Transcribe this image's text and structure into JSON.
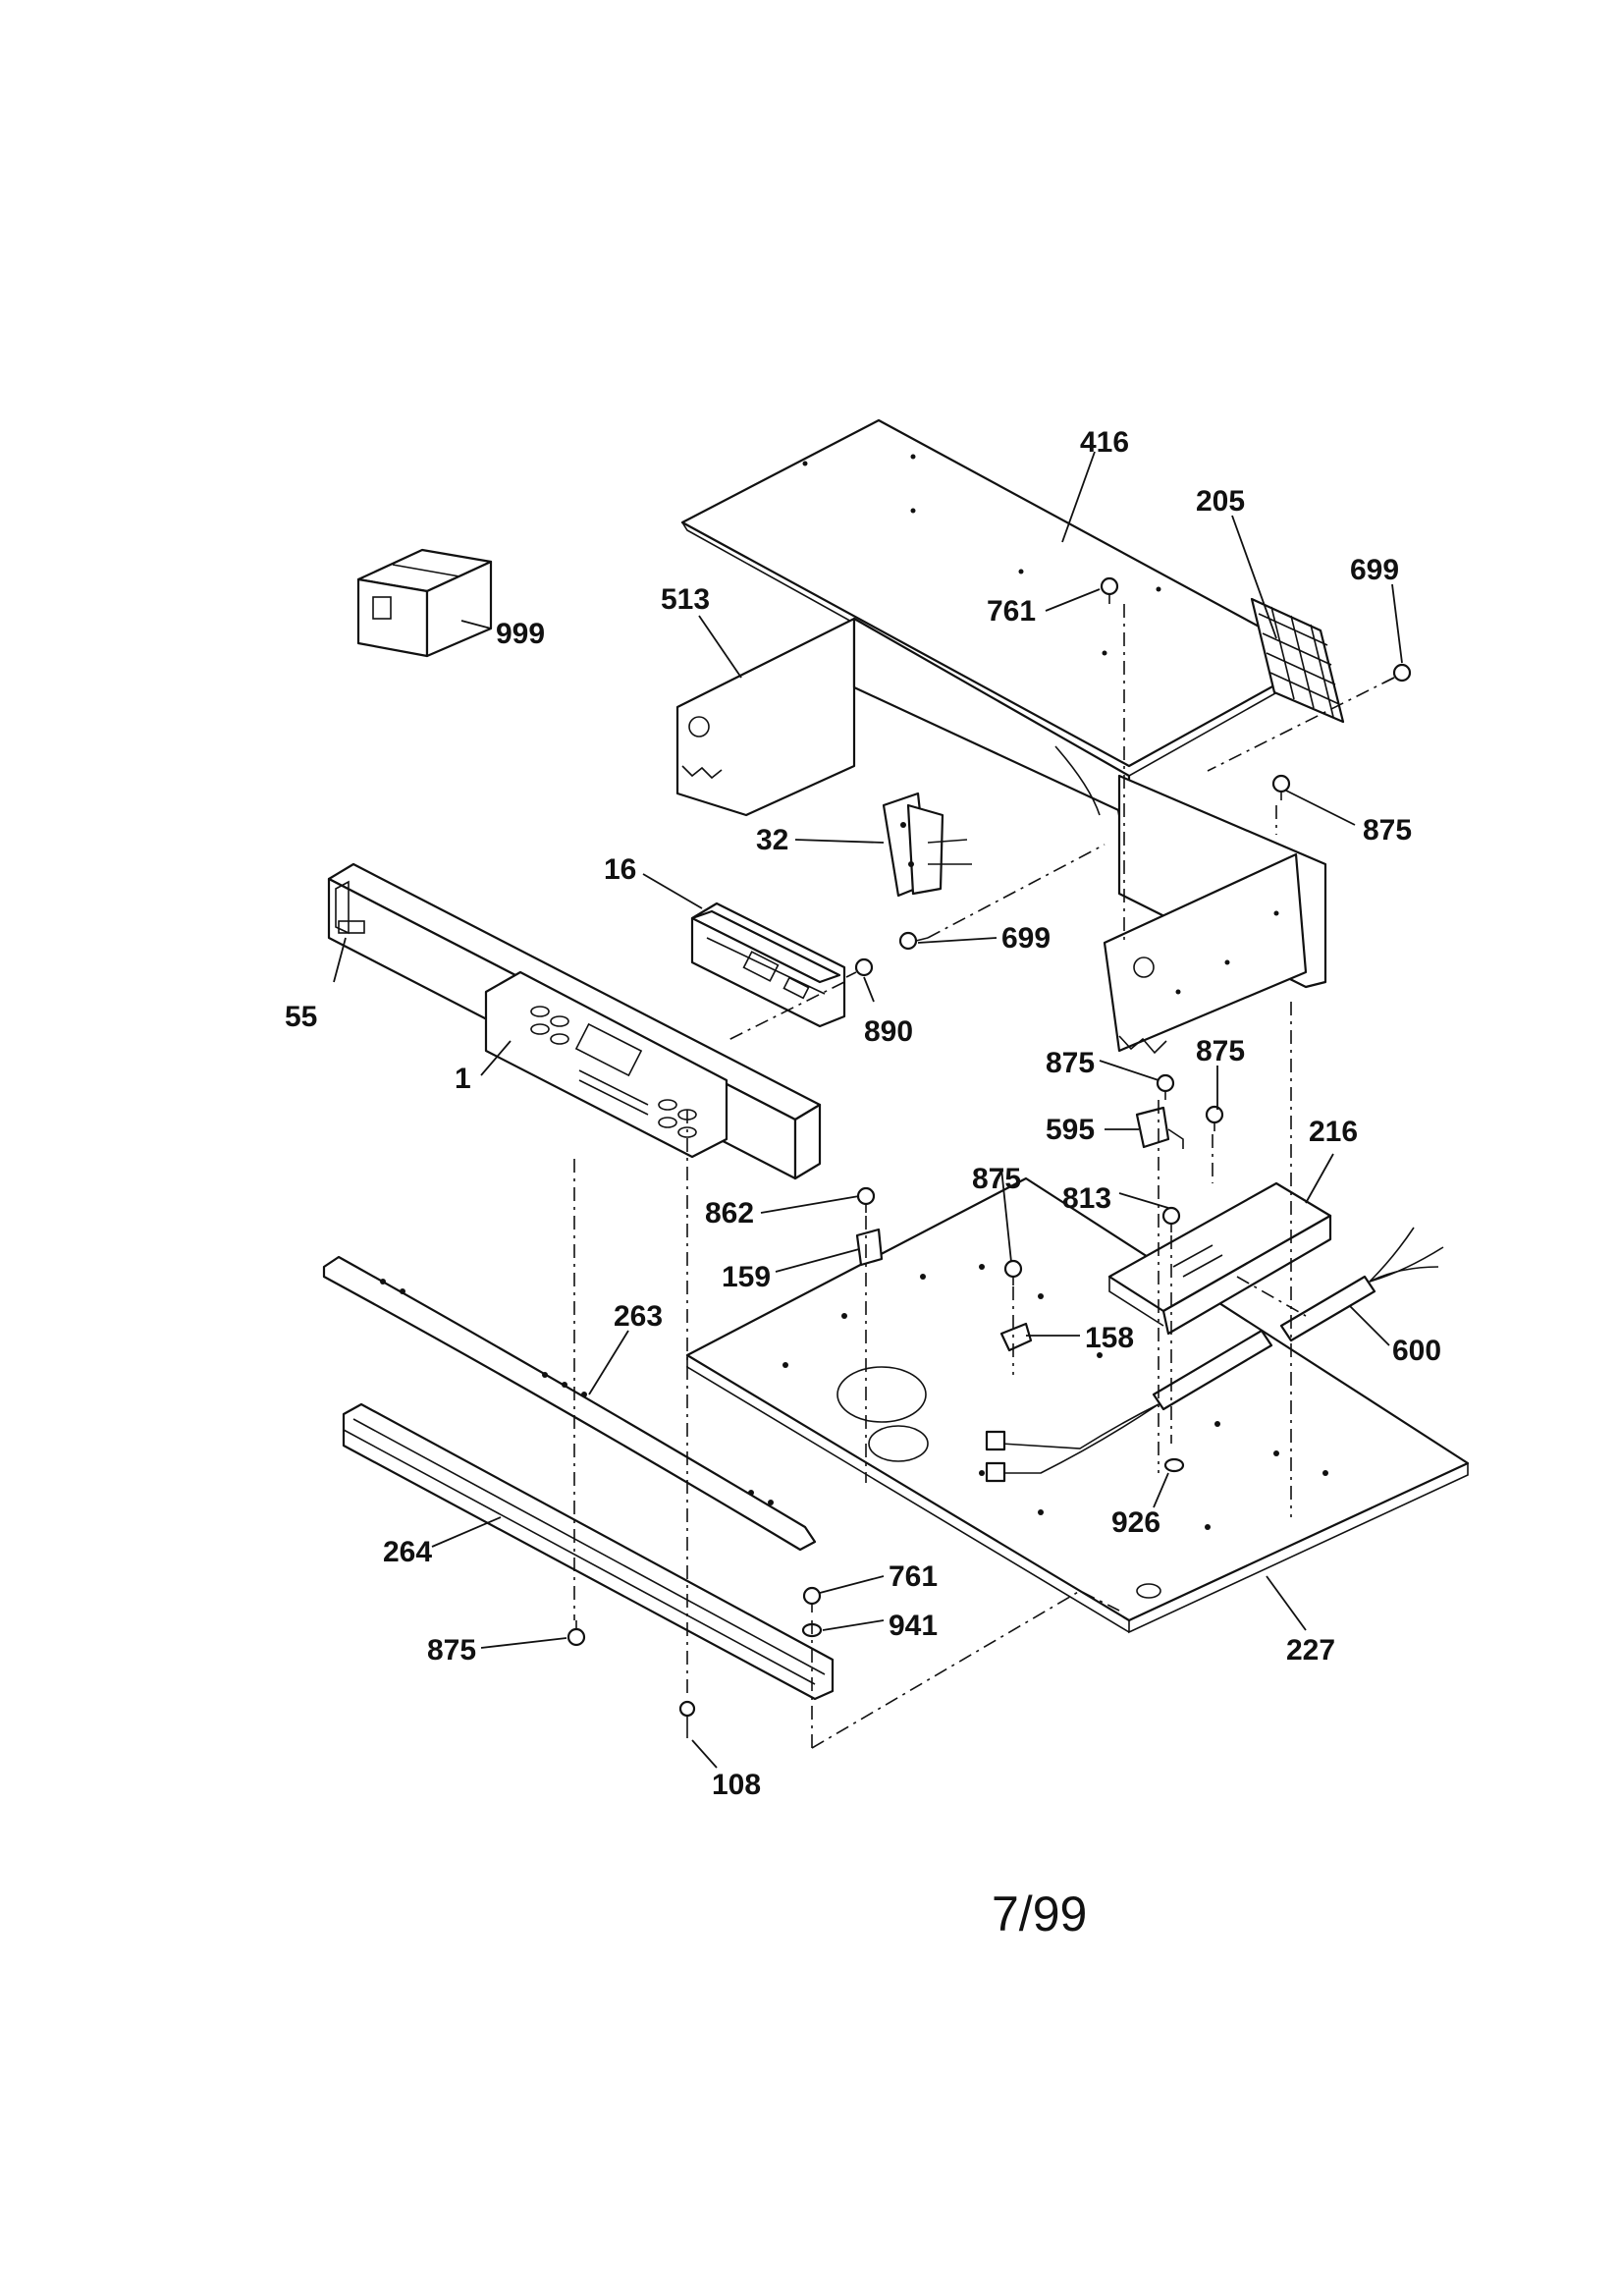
{
  "callouts": {
    "c416": "416",
    "c205": "205",
    "c699a": "699",
    "c513": "513",
    "c761a": "761",
    "c999": "999",
    "c875a": "875",
    "c32": "32",
    "c16": "16",
    "c699b": "699",
    "c55": "55",
    "c890": "890",
    "c1": "1",
    "c875b": "875",
    "c875c": "875",
    "c595": "595",
    "c216": "216",
    "c875d": "875",
    "c813": "813",
    "c862": "862",
    "c159": "159",
    "c263": "263",
    "c158": "158",
    "c600": "600",
    "c926": "926",
    "c264": "264",
    "c761b": "761",
    "c941": "941",
    "c875e": "875",
    "c227": "227",
    "c108": "108"
  },
  "footer": {
    "date": "7/99"
  }
}
